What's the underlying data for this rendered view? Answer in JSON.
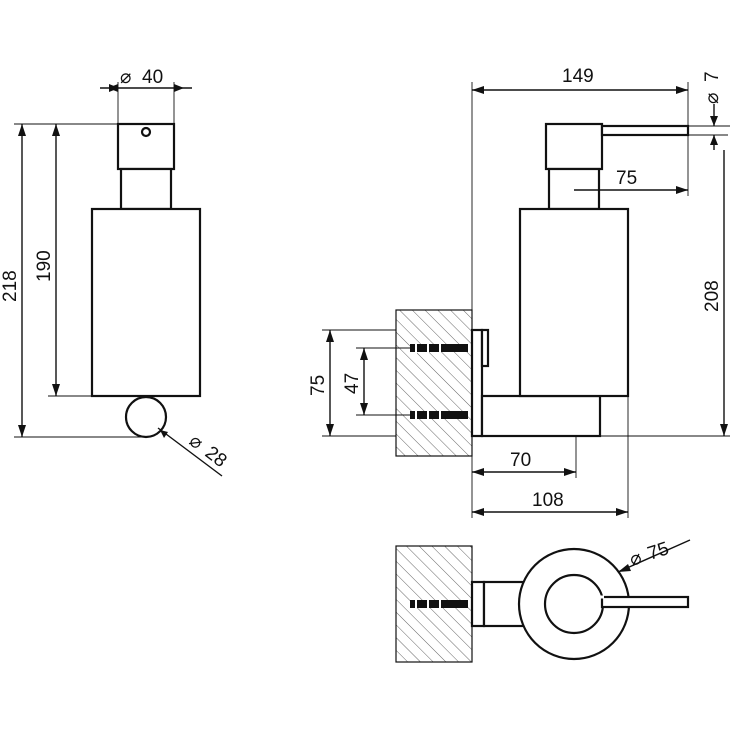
{
  "dimensions": {
    "front": {
      "cap_diameter": "40",
      "total_height": "218",
      "body_height": "190",
      "knob_diameter": "28",
      "diameter_symbol": "⌀"
    },
    "side": {
      "depth_total": "149",
      "nozzle_diameter": "7",
      "nozzle_length": "75",
      "height": "208",
      "bracket_height": "75",
      "screw_spacing": "47",
      "bracket_depth": "70",
      "wall_to_front": "108"
    },
    "top": {
      "body_diameter": "75"
    }
  }
}
